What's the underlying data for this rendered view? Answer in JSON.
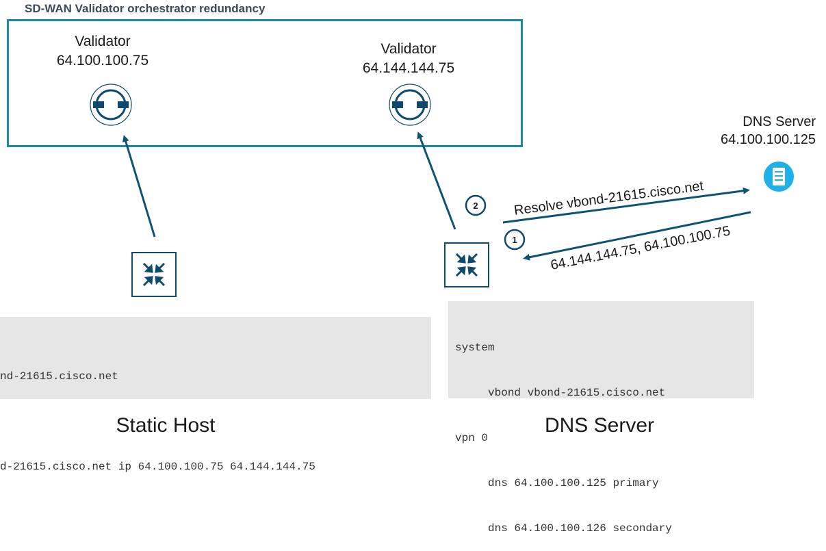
{
  "title": "SD-WAN Validator orchestrator redundancy",
  "validators": [
    {
      "label": "Validator",
      "ip": "64.100.100.75"
    },
    {
      "label": "Validator",
      "ip": "64.144.144.75"
    }
  ],
  "dns_server": {
    "label": "DNS Server",
    "ip": "64.100.100.125"
  },
  "arrows": {
    "resolve": "Resolve vbond-21615.cisco.net",
    "response": "64.144.144.75, 64.100.100.75"
  },
  "steps": {
    "one": "1",
    "two": "2"
  },
  "static_config": {
    "lines": [
      "nd-21615.cisco.net",
      "",
      "d-21615.cisco.net ip 64.100.100.75 64.144.144.75"
    ]
  },
  "dns_config": {
    "lines": [
      "system",
      "     vbond vbond-21615.cisco.net",
      "vpn 0",
      "     dns 64.100.100.125 primary",
      "     dns 64.100.100.126 secondary"
    ]
  },
  "captions": {
    "left": "Static Host",
    "right": "DNS Server"
  },
  "colors": {
    "frame": "#1d87a6",
    "arrow": "#0d5472",
    "router_icon": "#0d4a6b",
    "dns_icon": "#1fb0e8"
  }
}
